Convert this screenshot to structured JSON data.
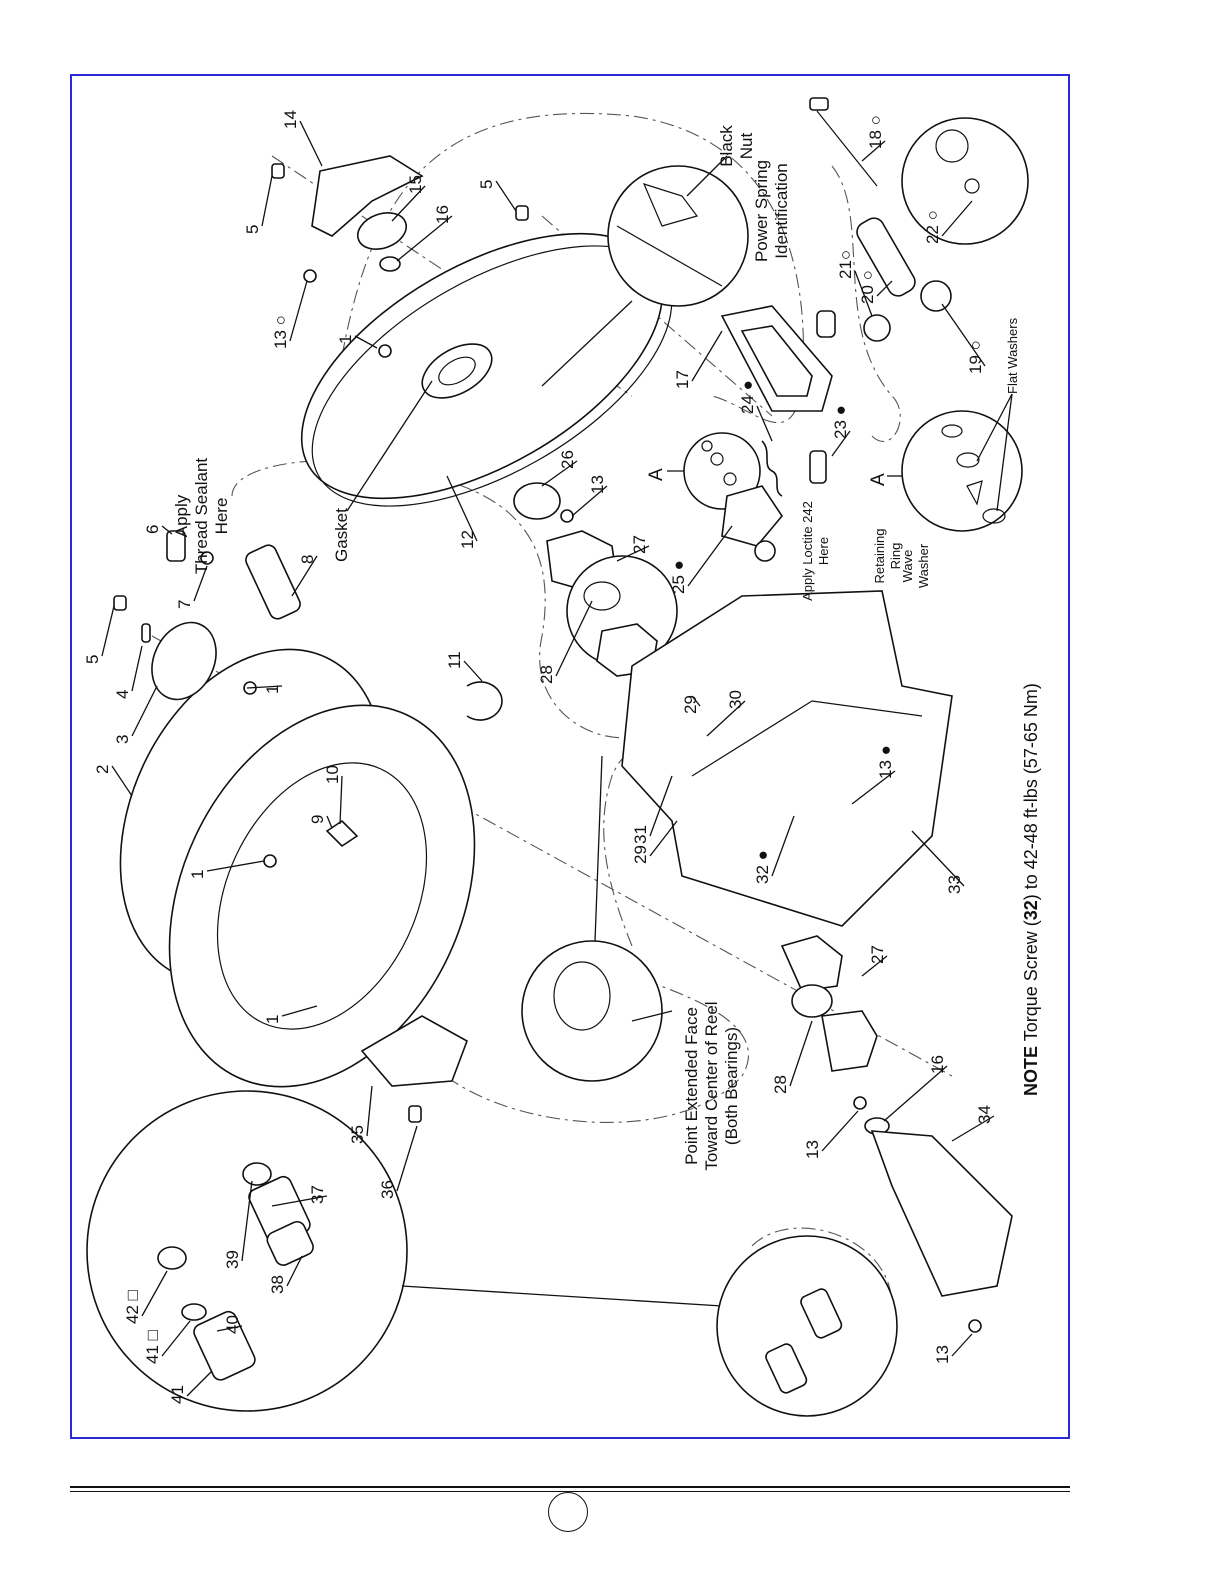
{
  "diagram": {
    "callouts": [
      "1",
      "1",
      "1",
      "1",
      "2",
      "3",
      "4",
      "5",
      "5",
      "5",
      "6",
      "7",
      "8",
      "9",
      "10",
      "11",
      "12",
      "13",
      "13",
      "13",
      "13",
      "13",
      "14",
      "15",
      "16",
      "16",
      "17",
      "18",
      "19",
      "20",
      "21",
      "22",
      "23",
      "24",
      "25",
      "26",
      "27",
      "27",
      "28",
      "28",
      "29",
      "29",
      "30",
      "31",
      "32",
      "33",
      "34",
      "35",
      "36",
      "37",
      "38",
      "39",
      "40",
      "41",
      "42"
    ],
    "callout_markers": {
      "13_top": "13 ○",
      "13_plate": "13 ●",
      "18": "18 ○",
      "19": "19 ○",
      "20": "20 ○",
      "21": "21○",
      "22": "22 ○",
      "23": "23 ●",
      "24": "24 ●",
      "25": "25 ●",
      "32": "32 ●",
      "41": "41 □",
      "42": "42 □"
    },
    "labels": {
      "apply_thread_sealant": [
        "Apply",
        "Thread Sealant",
        "Here"
      ],
      "gasket": "Gasket",
      "black_nut": [
        "Black",
        "Nut"
      ],
      "power_spring": [
        "Power Spring",
        "Identification"
      ],
      "apply_loctite": [
        "Apply Loctite 242",
        "Here"
      ],
      "detail_a": "A",
      "flat_washers": "Flat Washers",
      "retaining_ring": [
        "Retaining",
        "Ring"
      ],
      "wave_washer": [
        "Wave",
        "Washer"
      ],
      "point_face": [
        "Point Extended Face",
        "Toward Center of Reel",
        "(Both Bearings)"
      ],
      "note_bold": "NOTE",
      "note_a": " Torque Screw (",
      "note_b": "32",
      "note_c": ") to 42-48 ft-lbs (57-65 Nm)"
    }
  },
  "page": {
    "number": ""
  }
}
